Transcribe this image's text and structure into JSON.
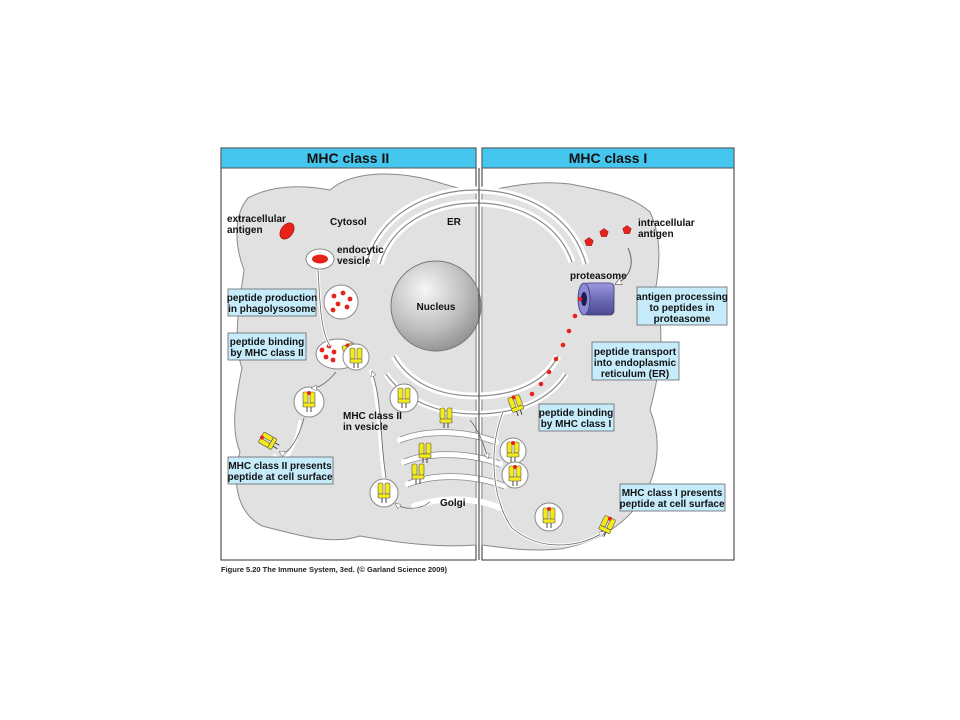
{
  "panels": {
    "left": {
      "header": "MHC class II"
    },
    "right": {
      "header": "MHC class I"
    }
  },
  "labels": {
    "extracellular_antigen": [
      "extracellular",
      "antigen"
    ],
    "cytosol": "Cytosol",
    "er": "ER",
    "endocytic_vesicle": [
      "endocytic",
      "vesicle"
    ],
    "nucleus": "Nucleus",
    "mhc2_in_vesicle": [
      "MHC class II",
      "in vesicle"
    ],
    "golgi": "Golgi",
    "intracellular_antigen": [
      "intracellular",
      "antigen"
    ],
    "proteasome": "proteasome"
  },
  "boxes": {
    "peptide_production": [
      "peptide production",
      "in phagolysosome"
    ],
    "peptide_binding_ii": [
      "peptide binding",
      "by MHC class II"
    ],
    "mhc2_presents": [
      "MHC class II presents",
      "peptide at cell surface"
    ],
    "antigen_processing": [
      "antigen processing",
      "to peptides in",
      "proteasome"
    ],
    "peptide_transport": [
      "peptide transport",
      "into endoplasmic",
      "reticulum (ER)"
    ],
    "peptide_binding_i": [
      "peptide binding",
      "by MHC class I"
    ],
    "mhc1_presents": [
      "MHC class I presents",
      "peptide at cell surface"
    ]
  },
  "caption": "Figure 5.20 The Immune System, 3ed. (© Garland Science 2009)",
  "colors": {
    "header_blue": "#45c6ee",
    "box_fill": "#c6ecfb",
    "cell_gray": "#e1e1e1",
    "antigen_red": "#e8221b",
    "mhc_yellow": "#f4ea1a",
    "proteasome_purple": "#7b78c4",
    "panel_border": "#555555"
  }
}
